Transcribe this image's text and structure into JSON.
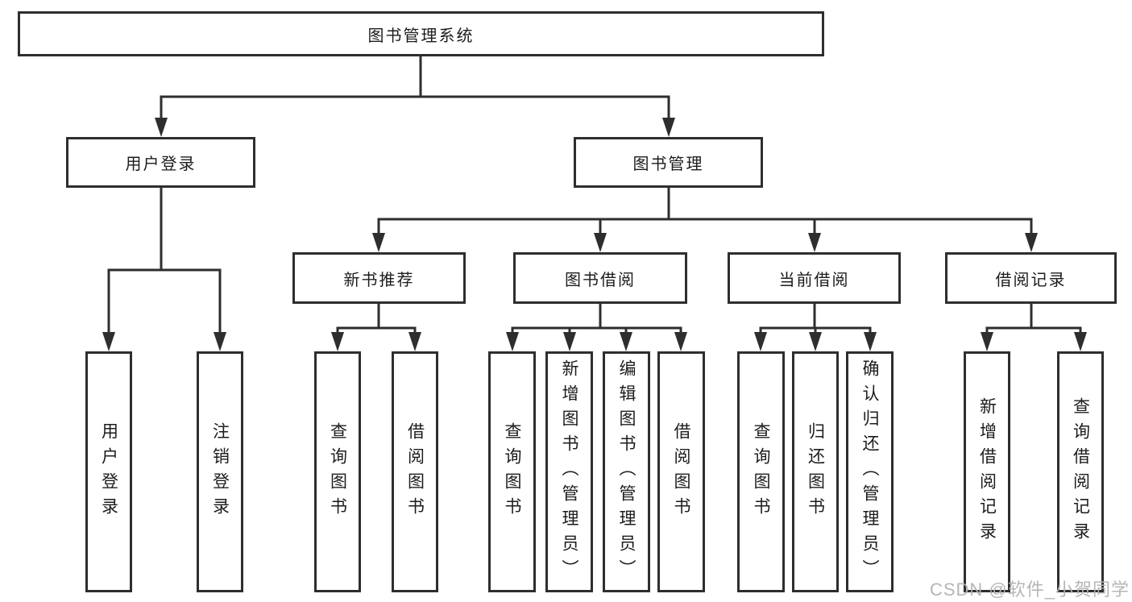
{
  "colors": {
    "line": "#2e2e2e",
    "box_border": "#2e2e2e",
    "text": "#1c1c1c",
    "watermark": "#b2b2b2",
    "background": "#ffffff"
  },
  "root": {
    "label": "图书管理系统"
  },
  "branches": {
    "user_login": {
      "label": "用户登录",
      "children": [
        "用户登录",
        "注销登录"
      ]
    },
    "book_management": {
      "label": "图书管理",
      "groups": [
        {
          "label": "新书推荐",
          "children": [
            "查询图书",
            "借阅图书"
          ]
        },
        {
          "label": "图书借阅",
          "children": [
            "查询图书",
            "新增图书（管理员）",
            "编辑图书（管理员）",
            "借阅图书"
          ]
        },
        {
          "label": "当前借阅",
          "children": [
            "查询图书",
            "归还图书",
            "确认归还（管理员）"
          ]
        },
        {
          "label": "借阅记录",
          "children": [
            "新增借阅记录",
            "查询借阅记录"
          ]
        }
      ]
    }
  },
  "watermark": "CSDN @软件_小贺同学"
}
